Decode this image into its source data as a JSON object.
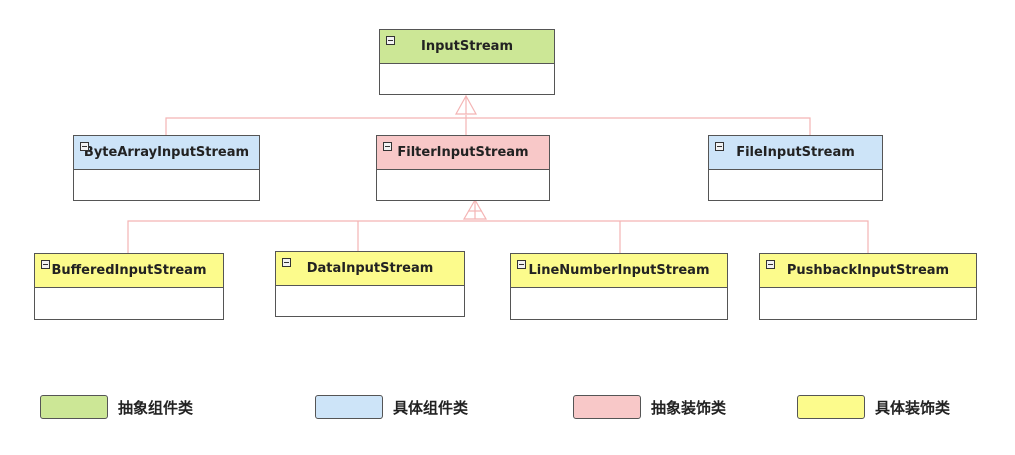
{
  "colors": {
    "abstract_component": "#cce796",
    "concrete_component": "#cde4f8",
    "abstract_decorator": "#f8c8c8",
    "concrete_decorator": "#fcfb8c",
    "edge": "#f4b4b4"
  },
  "classes": {
    "input_stream": "InputStream",
    "byte_array_input_stream": "ByteArrayInputStream",
    "filter_input_stream": "FilterInputStream",
    "file_input_stream": "FileInputStream",
    "buffered_input_stream": "BufferedInputStream",
    "data_input_stream": "DataInputStream",
    "line_number_input_stream": "LineNumberInputStream",
    "pushback_input_stream": "PushbackInputStream"
  },
  "legend": {
    "abstract_component": "抽象组件类",
    "concrete_component": "具体组件类",
    "abstract_decorator": "抽象装饰类",
    "concrete_decorator": "具体装饰类"
  }
}
